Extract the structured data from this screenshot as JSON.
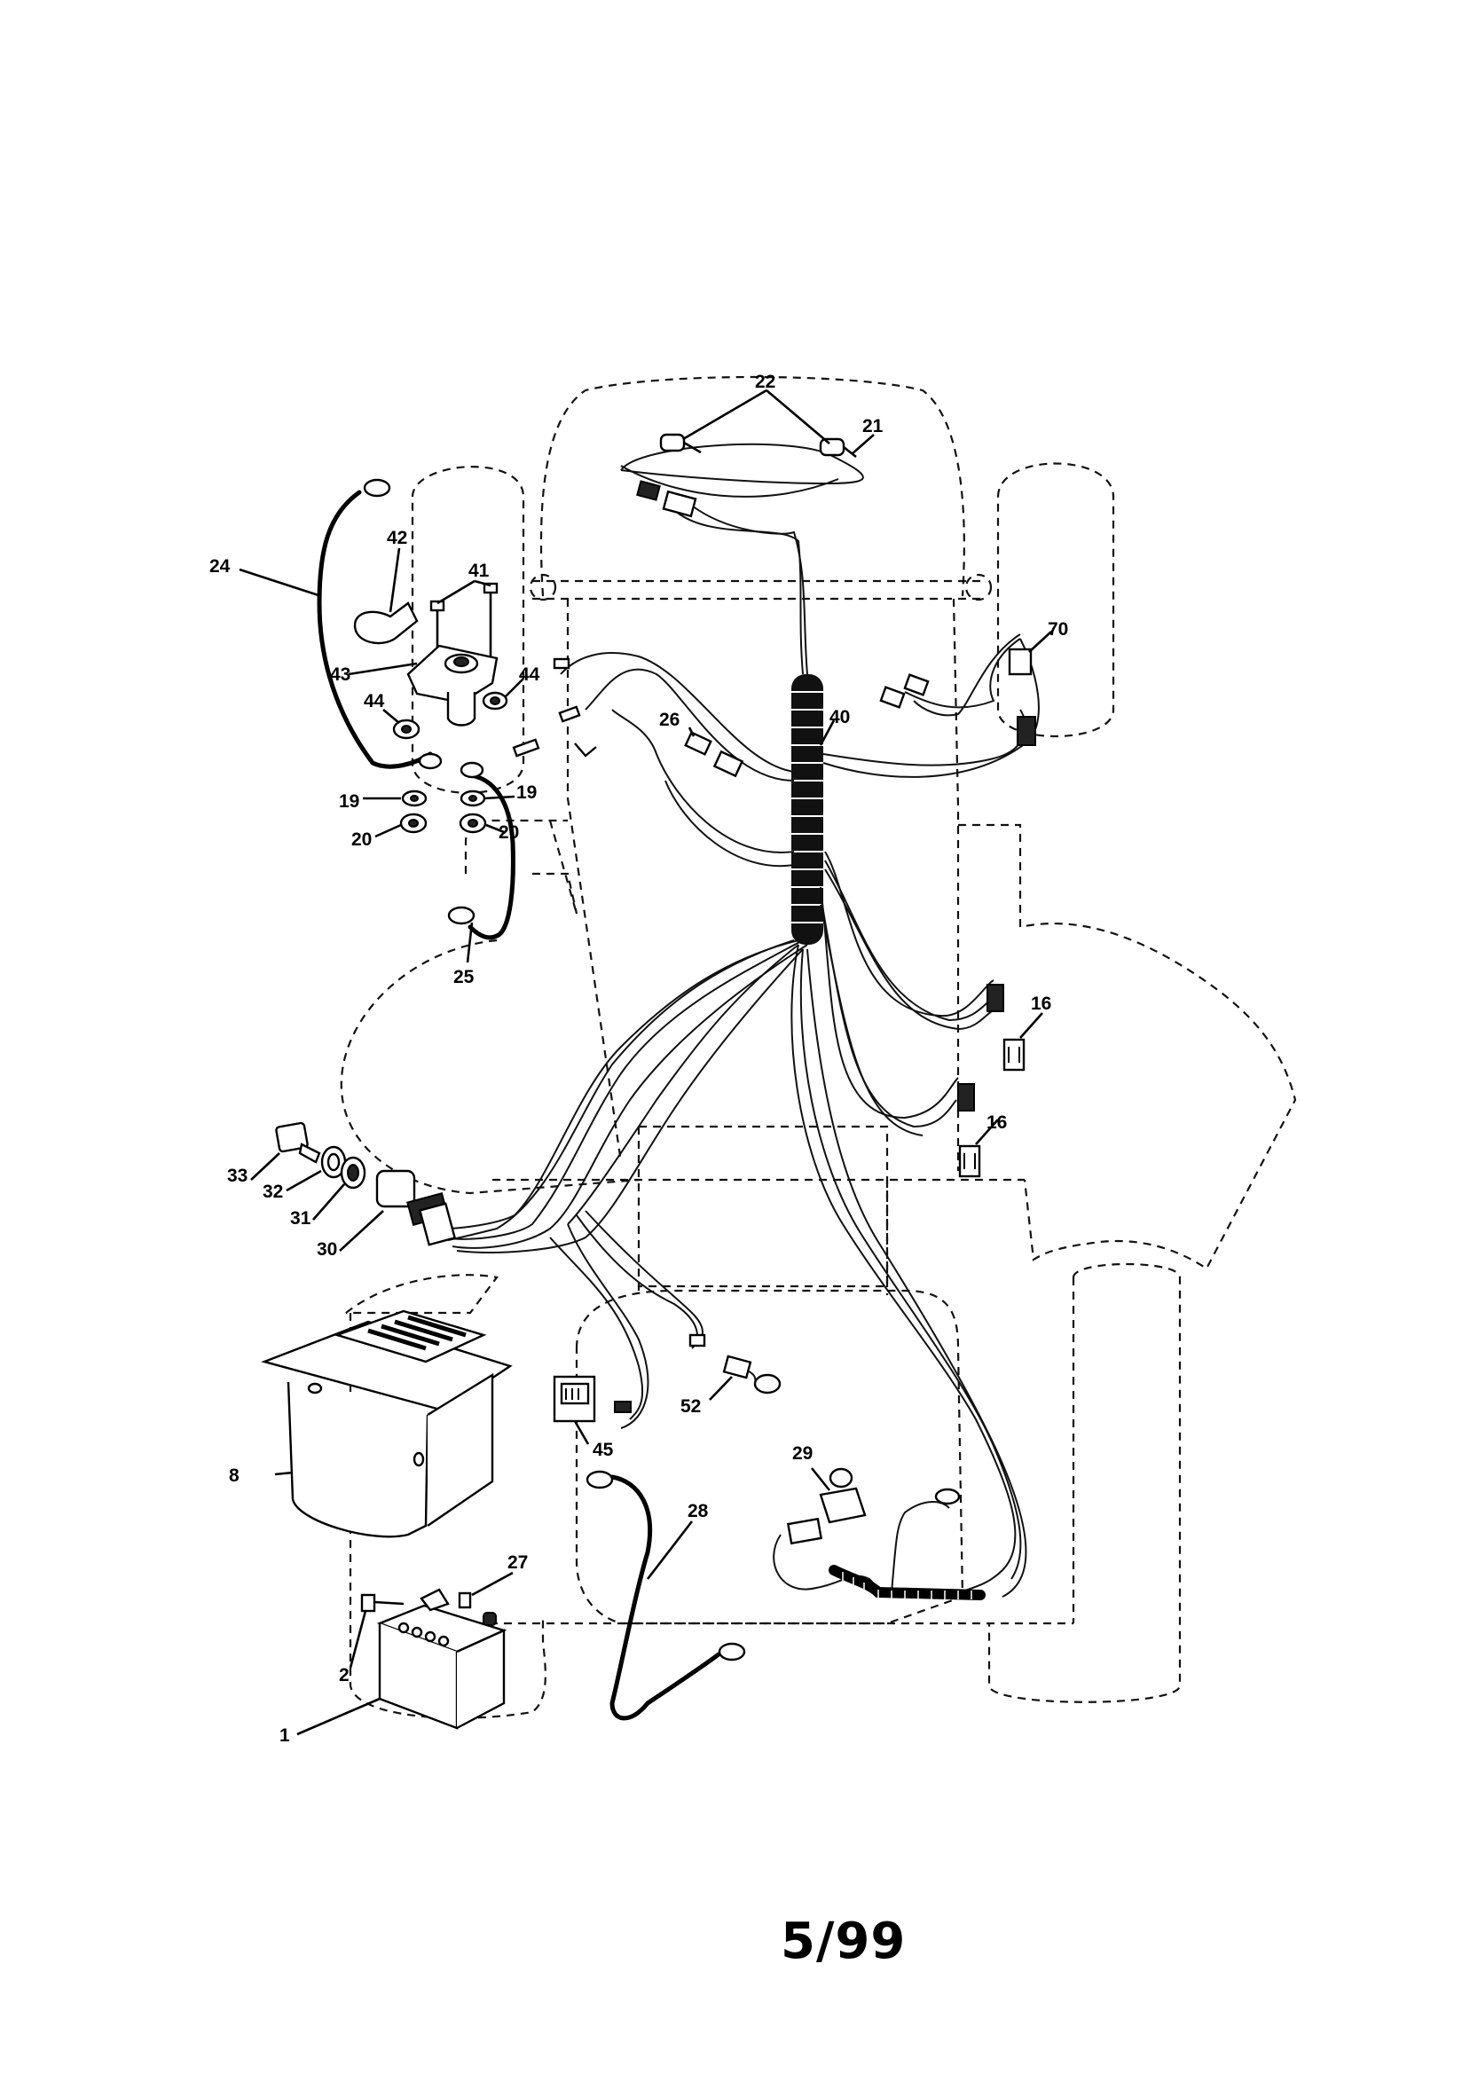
{
  "diagram": {
    "callouts": {
      "c1": "1",
      "c2": "2",
      "c8": "8",
      "c16a": "16",
      "c16b": "16",
      "c19a": "19",
      "c19b": "19",
      "c20a": "20",
      "c20b": "20",
      "c21": "21",
      "c22": "22",
      "c24": "24",
      "c25": "25",
      "c26": "26",
      "c27": "27",
      "c28": "28",
      "c29": "29",
      "c30": "30",
      "c31": "31",
      "c32": "32",
      "c33": "33",
      "c40": "40",
      "c41": "41",
      "c42": "42",
      "c43": "43",
      "c44a": "44",
      "c44b": "44",
      "c45": "45",
      "c52": "52",
      "c70": "70"
    }
  },
  "footer": {
    "page_number": "5/99"
  }
}
